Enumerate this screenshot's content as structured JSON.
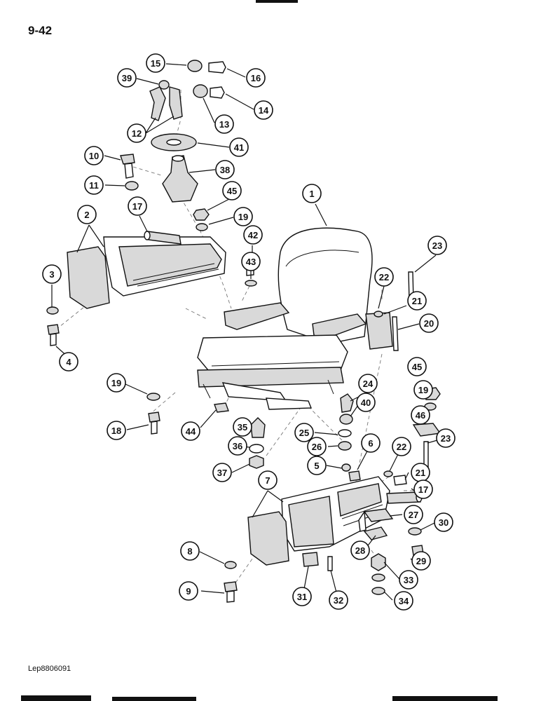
{
  "page": {
    "number": "9-42",
    "reference_code": "Lep8806091"
  },
  "callouts": [
    "1",
    "2",
    "3",
    "4",
    "5",
    "6",
    "7",
    "8",
    "9",
    "10",
    "11",
    "12",
    "13",
    "14",
    "15",
    "16",
    "17",
    "18",
    "19",
    "20",
    "21",
    "22",
    "23",
    "24",
    "25",
    "26",
    "27",
    "28",
    "29",
    "30",
    "31",
    "32",
    "33",
    "34",
    "35",
    "36",
    "37",
    "38",
    "39",
    "40",
    "41",
    "42",
    "43",
    "44",
    "45",
    "46"
  ]
}
